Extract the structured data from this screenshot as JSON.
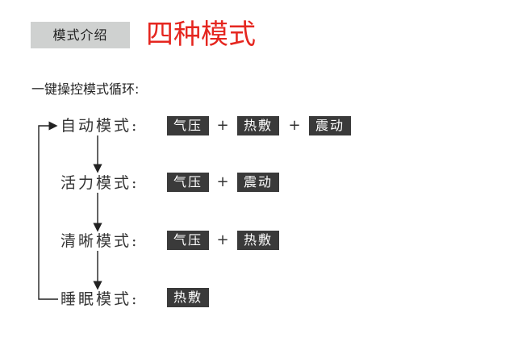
{
  "header": {
    "tag_label": "模式介绍",
    "title": "四种模式",
    "title_color": "#e5261f"
  },
  "intro": "一键操控模式循环:",
  "modes": [
    {
      "name": "自动模式:",
      "features": [
        "气压",
        "热敷",
        "震动"
      ]
    },
    {
      "name": "活力模式:",
      "features": [
        "气压",
        "震动"
      ]
    },
    {
      "name": "清晰模式:",
      "features": [
        "气压",
        "热敷"
      ]
    },
    {
      "name": "睡眠模式:",
      "features": [
        "热敷"
      ]
    }
  ],
  "plus_sign": "+",
  "colors": {
    "tag_background": "#3a3a3a",
    "header_tag_background": "#cfd1d0",
    "arrow": "#222222"
  }
}
